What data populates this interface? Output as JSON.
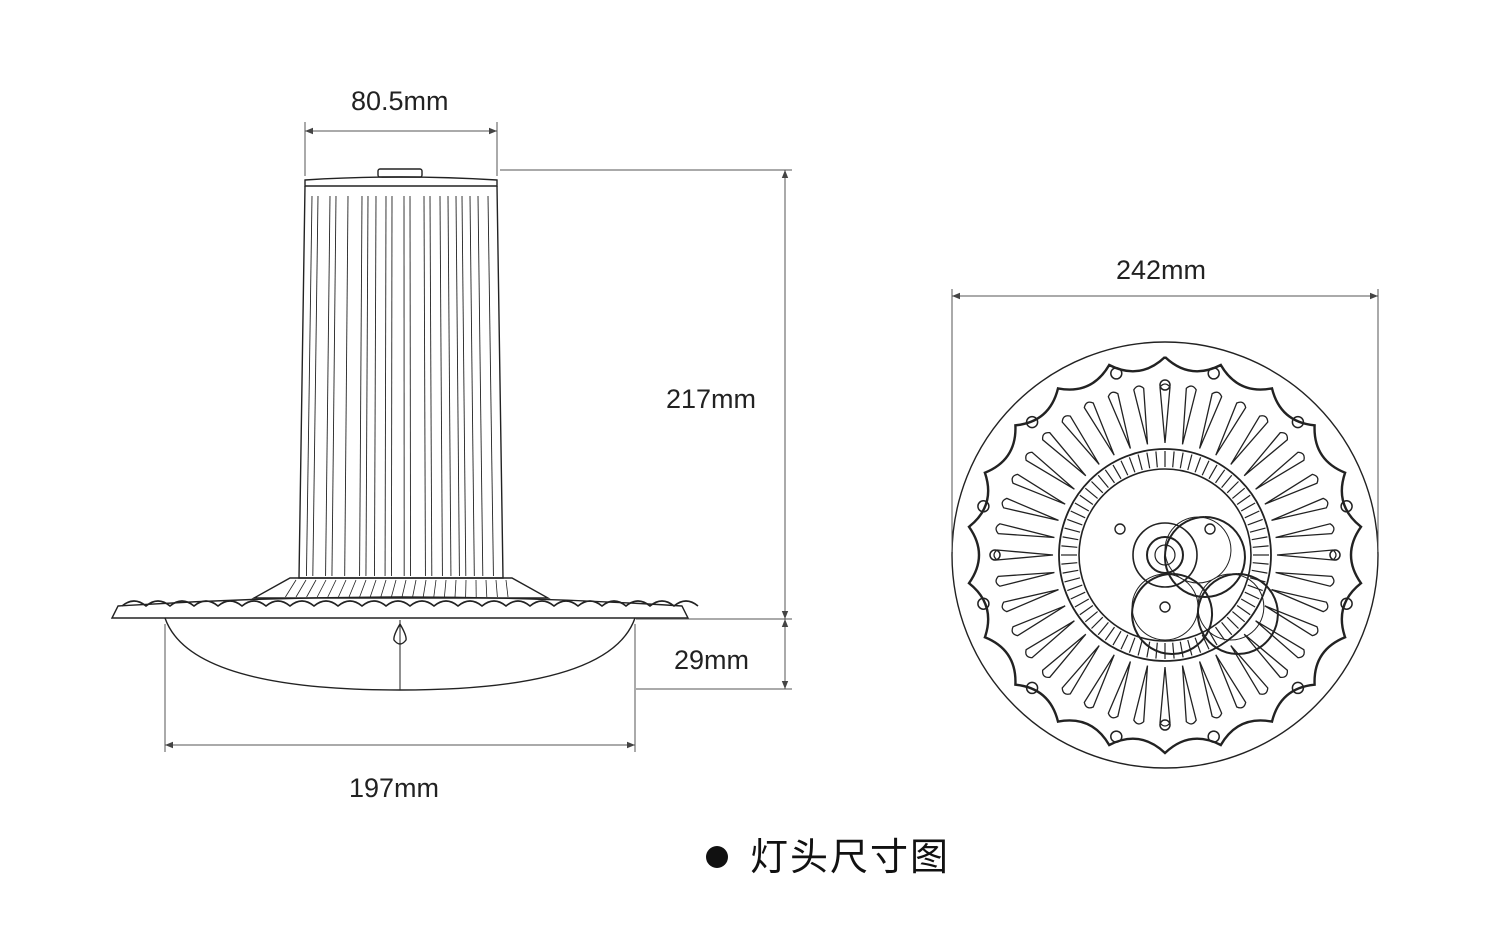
{
  "side_view": {
    "dims": {
      "top_width": "80.5mm",
      "height": "217mm",
      "lens_height": "29mm",
      "lens_width": "197mm"
    }
  },
  "front_view": {
    "dims": {
      "diameter": "242mm"
    }
  },
  "caption": "灯头尺寸图",
  "colors": {
    "line": "#222222",
    "dim_line": "#555555",
    "background": "#ffffff"
  }
}
